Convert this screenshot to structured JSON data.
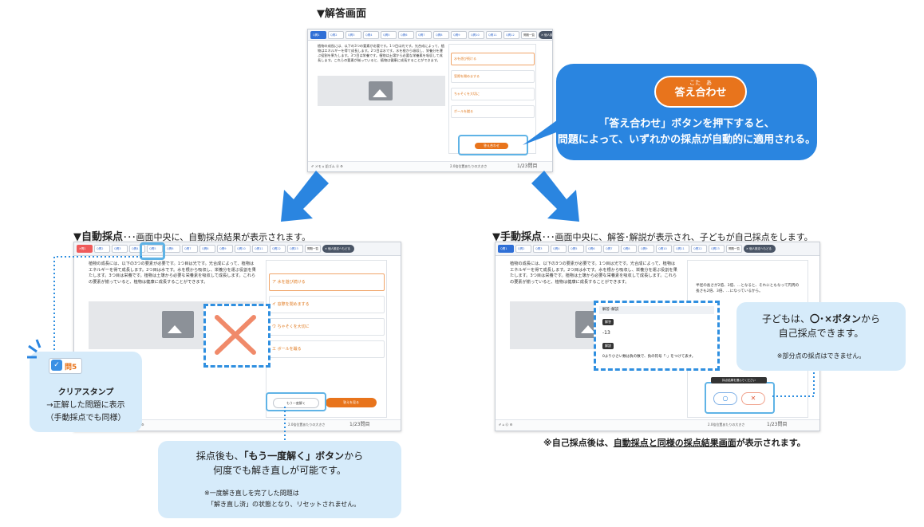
{
  "top": {
    "heading": "▼解答画面",
    "tabs": [
      "Q問1",
      "Q問2",
      "Q問3",
      "Q問4",
      "Q問5",
      "Q問6",
      "Q問7",
      "Q問8",
      "Q問9",
      "Q問10",
      "Q問11",
      "Q問12",
      "Q問13",
      "Q問14"
    ],
    "list_tab": "問題一覧",
    "close_tab": "✕ 個人設定へ",
    "question_text": "植物の成長には、以下の3つの要素が必要です。1つ目は光です。光合成によって、植物はエネルギーを得て成長します。2つ目は水です。水を根から吸収し、栄養分を運ぶ役割を果たします。3つ目は栄養です。植物は土壌から必要な栄養素を吸収して成長します。これらの要素が揃っていると、植物は健康に成長することができます。",
    "choices": [
      "水を遊び続ける",
      "窓際を閉めまする",
      "ちゃそくを大切に",
      "ボールを蹴る"
    ],
    "answer_button": "答え合わせ",
    "footer_left": "✐ メモ   ⌂ 鉛ゴム   ⓪   ⚙",
    "footer_right": "2.0倍位置あたりの大きさ",
    "page": "1/23問目"
  },
  "callout_top": {
    "button_ruby": "こた　あ",
    "button_label": "答え合わせ",
    "text_line1": "「答え合わせ」ボタンを押下すると、",
    "text_line2": "問題によって、いずれかの採点が自動的に適用される。"
  },
  "auto": {
    "heading_bold": "▼自動採点",
    "heading_rest": "･･･画面中央に、自動採点結果が表示されます。",
    "tabs": [
      "✕問1",
      "Q問2",
      "Q問3",
      "Q問4",
      "Q問5",
      "Q問6",
      "Q問7",
      "Q問8",
      "Q問9",
      "Q問10",
      "Q問11",
      "Q問22",
      "Q問23"
    ],
    "list_tab": "問題一覧",
    "close_tab": "✕ 個人設定へもどる",
    "question_text": "植物の成長には、以下の3つの要素が必要です。1つ目は光です。光合成によって、植物はエネルギーを得て成長します。2つ目は水です。水を根から吸収し、栄養分を運ぶ役割を果たします。3つ目は栄養です。植物は土壌から必要な栄養素を吸収して成長します。これらの要素が揃っていると、植物は健康に成長することができます。",
    "choices": [
      "ア 水を遊び続ける",
      "イ 窓際を閉めまする",
      "ウ ちゃそくを大切に",
      "エ ボールを蹴る"
    ],
    "retry_button": "もう一度解く",
    "next_button": "答えを見る",
    "footer_right": "2.0倍位置あたりの大きさ",
    "page": "1/23問目"
  },
  "stamp_callout": {
    "stamp_label": "問5",
    "title": "クリアスタンプ",
    "line1": "→正解した問題に表示",
    "line2": "（手動採点でも同様）"
  },
  "retry_callout": {
    "line1_pre": "採点後も、",
    "line1_bold": "「もう一度解く」ボタン",
    "line1_post": "から",
    "line2": "何度でも解き直しが可能です。",
    "note1": "※一度解き直しを完了した問題は",
    "note2": "「解き直し済」の状態となり、リセットされません。"
  },
  "manual": {
    "heading_bold": "▼手動採点",
    "heading_rest": "･･･画面中央に、解答･解説が表示され、子どもが自己採点をします。",
    "tabs": [
      "Q問1",
      "Q問2",
      "Q問3",
      "Q問4",
      "Q問5",
      "Q問6",
      "Q問7",
      "Q問8",
      "Q問9",
      "Q問10",
      "Q問11",
      "Q問22",
      "Q問23"
    ],
    "list_tab": "問題一覧",
    "close_tab": "✕ 個人設定へもどる",
    "question_text": "植物の成長には、以下の3つの要素が必要です。1つ目は光です。光合成によって、植物はエネルギーを得て成長します。2つ目は水です。水を根から吸収し、栄養分を運ぶ役割を果たします。3つ目は栄養です。植物は土壌から必要な栄養素を吸収して成長します。これらの要素が揃っていると、植物は健康に成長することができます。",
    "side_text": "半径の長さが2倍、3倍、…となると、それにともなって円周の長さも2倍、3倍、…になっているから。",
    "popup_title": "解答･解説",
    "popup_answer_label": "解答",
    "popup_answer": "-13",
    "popup_expl_label": "解説",
    "popup_expl": "0より小さい数は負の数で、負の符号「-」をつけて表す。",
    "tooltip": "採点結果を選んでください",
    "btn_o": "○",
    "btn_x": "✕",
    "footer_right": "2.0倍位置あたりの大きさ",
    "page": "1/23問目"
  },
  "self_callout": {
    "line1_pre": "子どもは、",
    "line1_bold": "〇･×ボタン",
    "line1_post": "から",
    "line2": "自己採点できます。",
    "note": "※部分点の採点はできません。"
  },
  "bottom_note": {
    "pre": "※自己採点後は、",
    "underline": "自動採点と同様の採点結果画面",
    "post": "が表示されます。"
  },
  "colors": {
    "accent_blue": "#2a85e0",
    "orange": "#e8741c",
    "light_blue": "#d6ebfa",
    "wrong_red": "#ef5a5a"
  }
}
